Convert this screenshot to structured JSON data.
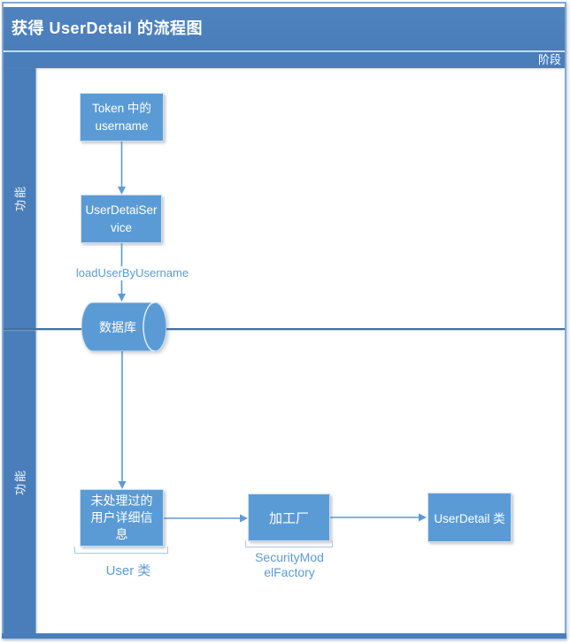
{
  "window": {
    "title": "获得 UserDetail 的流程图",
    "phase_label": "阶段"
  },
  "lanes": [
    {
      "label": "功能"
    },
    {
      "label": "功能"
    }
  ],
  "nodes": {
    "token": {
      "lines": [
        "Token 中的",
        "username"
      ]
    },
    "service": {
      "lines": [
        "UserDetaiSer",
        "vice"
      ]
    },
    "database": {
      "label": "数据库"
    },
    "raw_detail": {
      "lines": [
        "未处理过的",
        "用户详细信",
        "息"
      ]
    },
    "factory": {
      "label": "加工厂"
    },
    "userdetail": {
      "label": "UserDetail 类"
    }
  },
  "annotations": {
    "load_method": "loadUserByUsername",
    "user_class": "User 类",
    "factory_class_lines": [
      "SecurityMod",
      "elFactory"
    ]
  },
  "colors": {
    "band_blue": "#4a7eba",
    "shape_blue": "#5b9bd5",
    "connector_blue": "#5b9bd5",
    "divider_blue": "#41719c",
    "annotation_text_blue": "#5b9bd5",
    "shape_text": "#ffffff"
  }
}
